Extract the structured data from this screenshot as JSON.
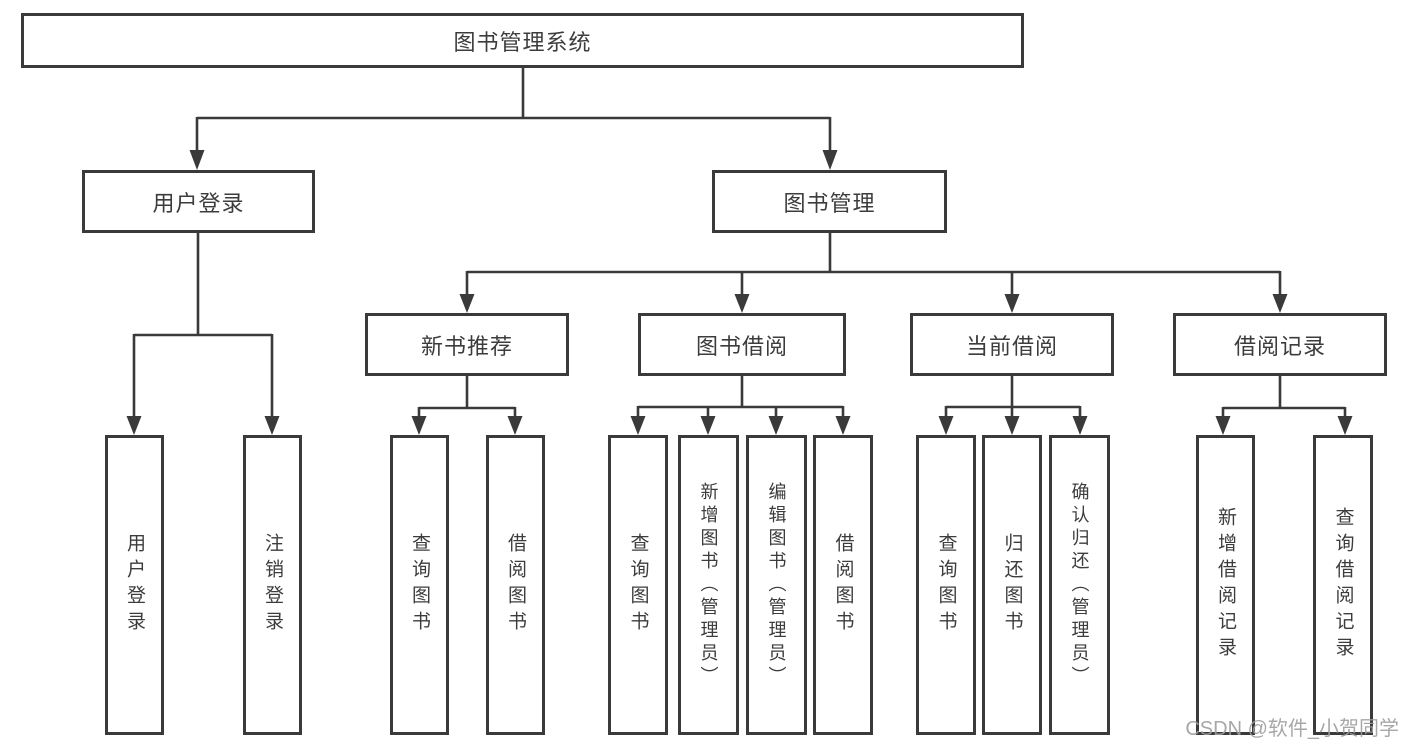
{
  "tree": {
    "label": "图书管理系统",
    "children": [
      {
        "label": "用户登录",
        "children": [
          {
            "label": "用户登录"
          },
          {
            "label": "注销登录"
          }
        ]
      },
      {
        "label": "图书管理",
        "children": [
          {
            "label": "新书推荐",
            "children": [
              {
                "label": "查询图书"
              },
              {
                "label": "借阅图书"
              }
            ]
          },
          {
            "label": "图书借阅",
            "children": [
              {
                "label": "查询图书"
              },
              {
                "label": "新增图书（管理员）"
              },
              {
                "label": "编辑图书（管理员）"
              },
              {
                "label": "借阅图书"
              }
            ]
          },
          {
            "label": "当前借阅",
            "children": [
              {
                "label": "查询图书"
              },
              {
                "label": "归还图书"
              },
              {
                "label": "确认归还（管理员）"
              }
            ]
          },
          {
            "label": "借阅记录",
            "children": [
              {
                "label": "新增借阅记录"
              },
              {
                "label": "查询借阅记录"
              }
            ]
          }
        ]
      }
    ]
  },
  "watermark": {
    "text": "CSDN @软件_小贺同学"
  },
  "colors": {
    "line": "#3a3a3a",
    "box_border": "#3a3a3a",
    "box_fill": "#ffffff",
    "text": "#3c3c3c",
    "watermark": "#9e9e9e",
    "background": "#ffffff"
  }
}
